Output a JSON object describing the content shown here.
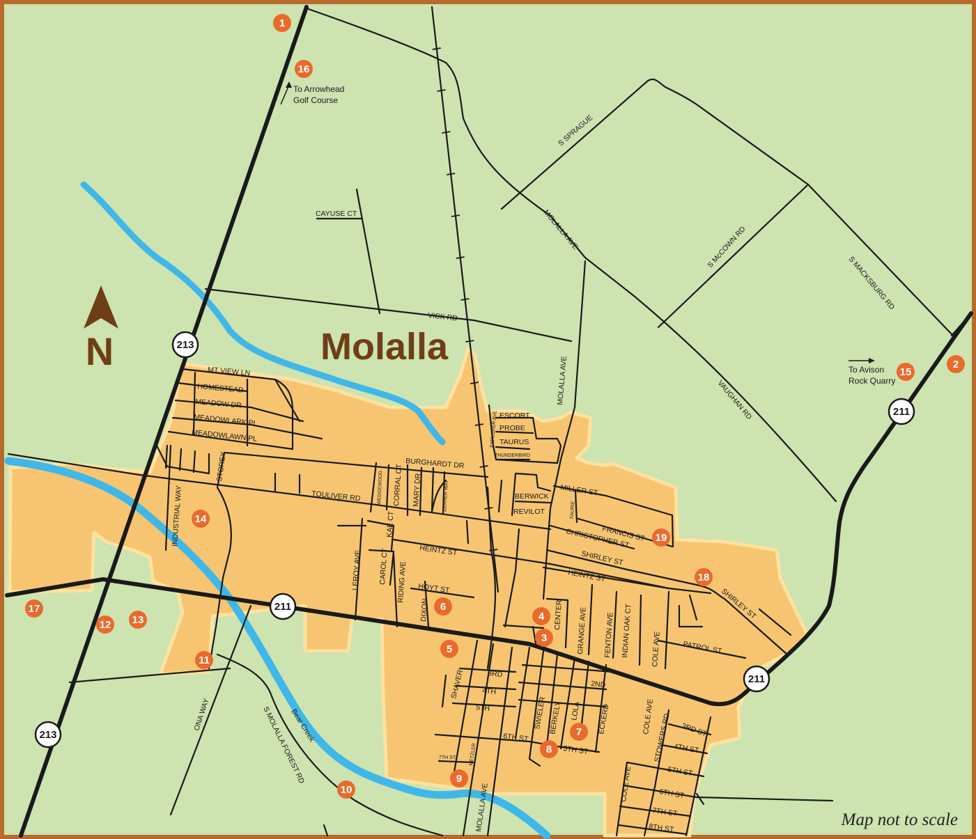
{
  "map": {
    "title": "Molalla",
    "north_label": "N",
    "note": "Map not to scale",
    "colors": {
      "background": "#cde3b0",
      "city_area": "#f7c571",
      "city_outline": "#fbe2a0",
      "water": "#3fb7e8",
      "border": "#b86a2c",
      "marker": "#ea6a2c",
      "north_arrow": "#6e3f17"
    },
    "highway_shields": [
      "213",
      "211",
      "211",
      "211",
      "213"
    ],
    "markers": [
      "1",
      "2",
      "3",
      "4",
      "5",
      "6",
      "7",
      "8",
      "9",
      "10",
      "11",
      "12",
      "13",
      "14",
      "15",
      "16",
      "17",
      "18",
      "19"
    ],
    "callouts": {
      "arrowhead_1": "To Arrowhead",
      "arrowhead_2": "Golf Course",
      "avison_1": "To Avison",
      "avison_2": "Rock Quarry"
    },
    "streets": {
      "s_sprague": "S SPRAGUE",
      "molalla_ave_north": "MOLALLA AVE",
      "s_mccown": "S McCOWN RD",
      "s_macksburg": "S MACKSBURG RD",
      "vaughan": "VAUGHAN RD",
      "cayuse": "CAYUSE CT",
      "vick": "VICK RD",
      "molalla_ave_mid": "MOLALLA AVE",
      "mt_view": "MT VIEW LN",
      "homestead": "HOMESTEAD",
      "meadow_dr": "MEADOW DR",
      "meadowlark": "MEADOWLARK PL",
      "meadowlawn": "MEADOWLAWN PL",
      "explorer": "EXPLORER AVE",
      "escort": "ESCORT",
      "probe": "PROBE",
      "taurus": "TAURUS",
      "thunderbird": "THUNDERBIRD",
      "burghardt": "BURGHARDT DR",
      "storey": "STOREY",
      "touliver": "TOULIVER RD",
      "wedgewood": "WEDGEWOOD",
      "corral": "CORRAL CT",
      "mary": "MARY DR",
      "zerher": "ZERHER WAY",
      "berwick": "BERWICK",
      "revilot": "REVILOT",
      "miller": "MILLER ST",
      "faurie": "FAURIE",
      "francis": "FRANCIS ST",
      "christopher": "CHRISTOPHER ST",
      "industrial": "INDUSTRIAL WAY",
      "leroy": "LEROY AVE",
      "kae": "KAE CT",
      "heintz_w": "HEINTZ ST",
      "shirley_n": "SHIRLEY ST",
      "carol": "CAROL CT",
      "riding": "RIDING AVE",
      "heintz_e": "HEINTZ ST",
      "hoyt": "HOYT ST",
      "dixon": "DIXON",
      "center": "CENTER",
      "grange": "GRANGE AVE",
      "fenton": "FENTON AVE",
      "indian_oak": "INDIAN OAK CT",
      "shirley_e": "SHIRLEY ST",
      "patrol": "PATROL ST",
      "cole_n": "COLE AVE",
      "shaver": "SHAVER",
      "third": "3RD",
      "fourth": "4TH",
      "fifth": "5TH",
      "second": "2ND",
      "swieler": "SWIELER",
      "berkely": "BERKELY",
      "lola": "LOLA",
      "eckerd": "ECKERD",
      "sixth": "6TH ST",
      "fifth_st": "5TH ST",
      "seventh": "7TH ST",
      "metzler": "METZLER",
      "molalla_ave_s": "MOLALLA AVE",
      "cole_mid": "COLE AVE",
      "stowers": "STOWERS RD",
      "third_st": "3RD ST",
      "fourth_st": "4TH ST",
      "fifth_st_e": "5TH ST",
      "sixth_st_e": "6TH ST",
      "seventh_st_e": "7TH ST",
      "eighth_st": "8TH ST",
      "cole_s": "COLE AVE",
      "ona": "ONA WAY",
      "forest": "S MOLALLA FOREST RD",
      "bear_creek": "Bear Creek"
    }
  }
}
